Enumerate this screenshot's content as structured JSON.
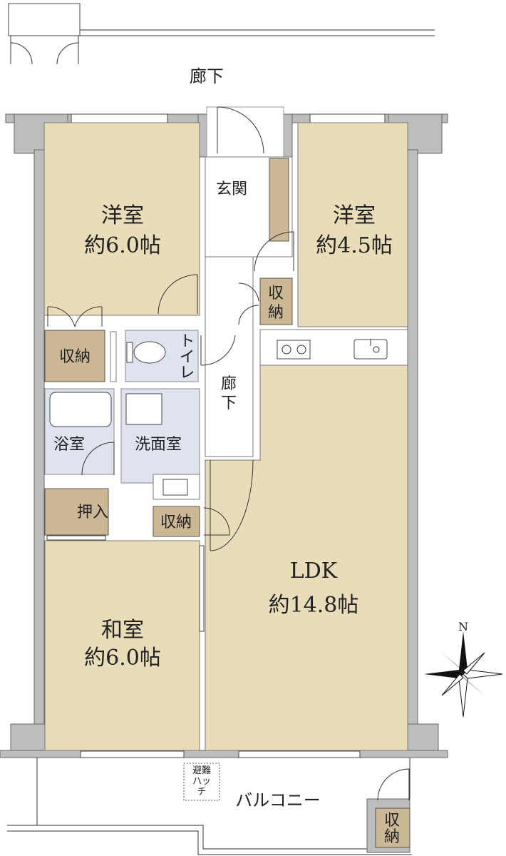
{
  "floor_plan": {
    "outside_corridor": "廊下",
    "rooms": {
      "western_room_1": {
        "name": "洋室",
        "size": "約6.0帖"
      },
      "western_room_2": {
        "name": "洋室",
        "size": "約4.5帖"
      },
      "entrance": "玄関",
      "closet_hall": "収納",
      "closet_left": "収納",
      "toilet": "トイレ",
      "inner_corridor": "廊下",
      "bathroom": "浴室",
      "washroom": "洗面室",
      "oshiire": "押入",
      "closet_wash": "収納",
      "ldk": {
        "name": "LDK",
        "size": "約14.8帖"
      },
      "japanese_room": {
        "name": "和室",
        "size": "約6.0帖"
      },
      "balcony": "バルコニー",
      "balcony_closet": "収納",
      "evacuation_hatch": "避難ハッチ"
    },
    "compass": {
      "north_label": "N"
    },
    "colors": {
      "room": "#e9dcb9",
      "storage": "#cdb896",
      "wet_area": "#dfe3ee",
      "wall": "#bdbdbd"
    }
  }
}
